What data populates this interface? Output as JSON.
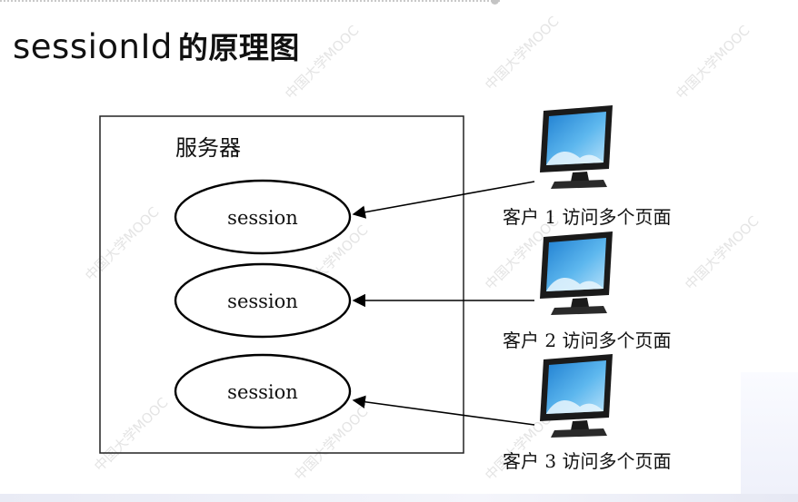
{
  "title": {
    "prefix": "sessionId",
    "cjk": "的原理图"
  },
  "server": {
    "label": "服务器"
  },
  "sessions": [
    {
      "label": "session"
    },
    {
      "label": "session"
    },
    {
      "label": "session"
    }
  ],
  "clients": [
    {
      "label": "客户 1 访问多个页面",
      "icon": "monitor-icon"
    },
    {
      "label": "客户 2 访问多个页面",
      "icon": "monitor-icon"
    },
    {
      "label": "客户 3 访问多个页面",
      "icon": "monitor-icon"
    }
  ],
  "watermark": {
    "text": "中国大学MOOC"
  }
}
